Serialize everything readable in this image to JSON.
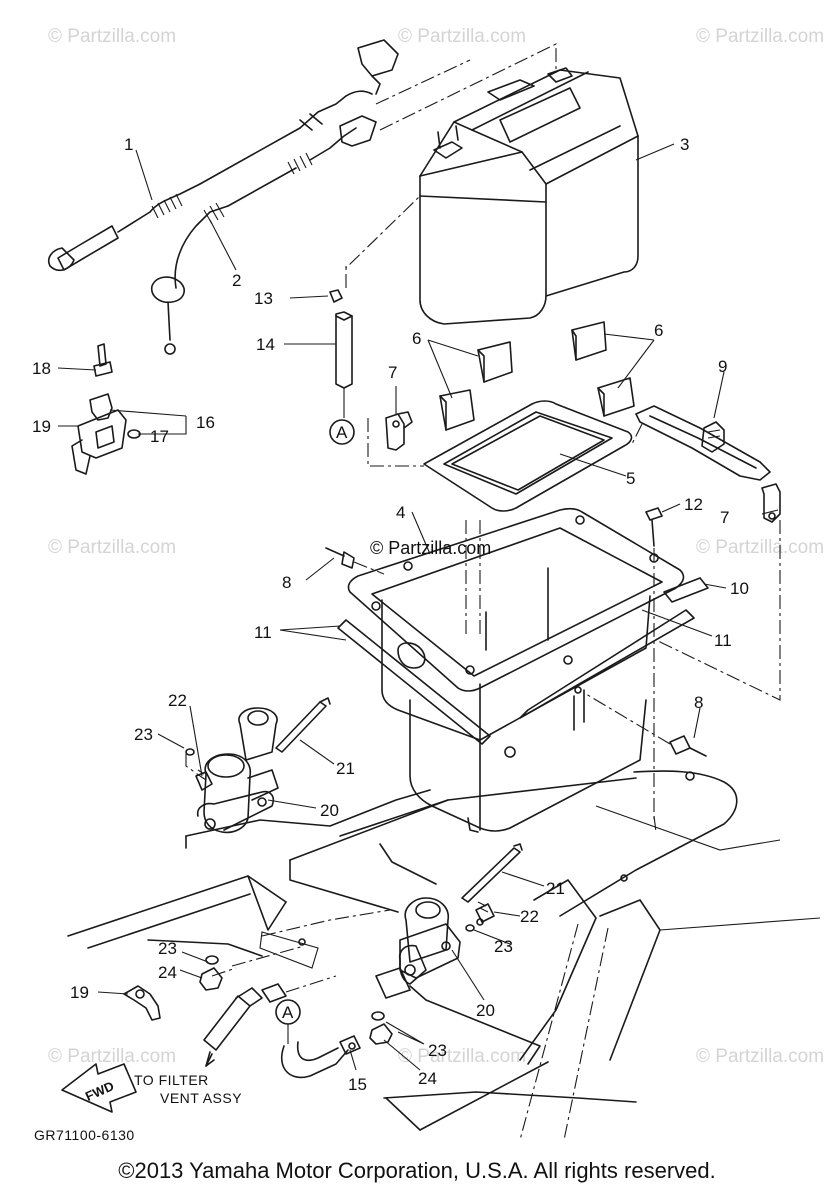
{
  "watermark": "© Partzilla.com",
  "center_watermark": "© Partzilla.com",
  "callouts": {
    "c1": "1",
    "c2": "2",
    "c3": "3",
    "c4": "4",
    "c5": "5",
    "c6a": "6",
    "c6b": "6",
    "c7a": "7",
    "c7b": "7",
    "c8a": "8",
    "c8b": "8",
    "c9": "9",
    "c10": "10",
    "c11a": "11",
    "c11b": "11",
    "c12": "12",
    "c13": "13",
    "c14": "14",
    "c15": "15",
    "c16": "16",
    "c17": "17",
    "c18": "18",
    "c19a": "19",
    "c19b": "19",
    "c20a": "20",
    "c20b": "20",
    "c21a": "21",
    "c21b": "21",
    "c22a": "22",
    "c22b": "22",
    "c23a": "23",
    "c23b": "23",
    "c23c": "23",
    "c23d": "23",
    "c24a": "24",
    "c24b": "24"
  },
  "ref_marker": "A",
  "fwd_label": "FWD",
  "note_line1": "TO FILTER",
  "note_line2": "VENT ASSY",
  "diagram_code": "GR71100-6130",
  "copyright": "©2013  Yamaha Motor Corporation, U.S.A. All rights reserved."
}
